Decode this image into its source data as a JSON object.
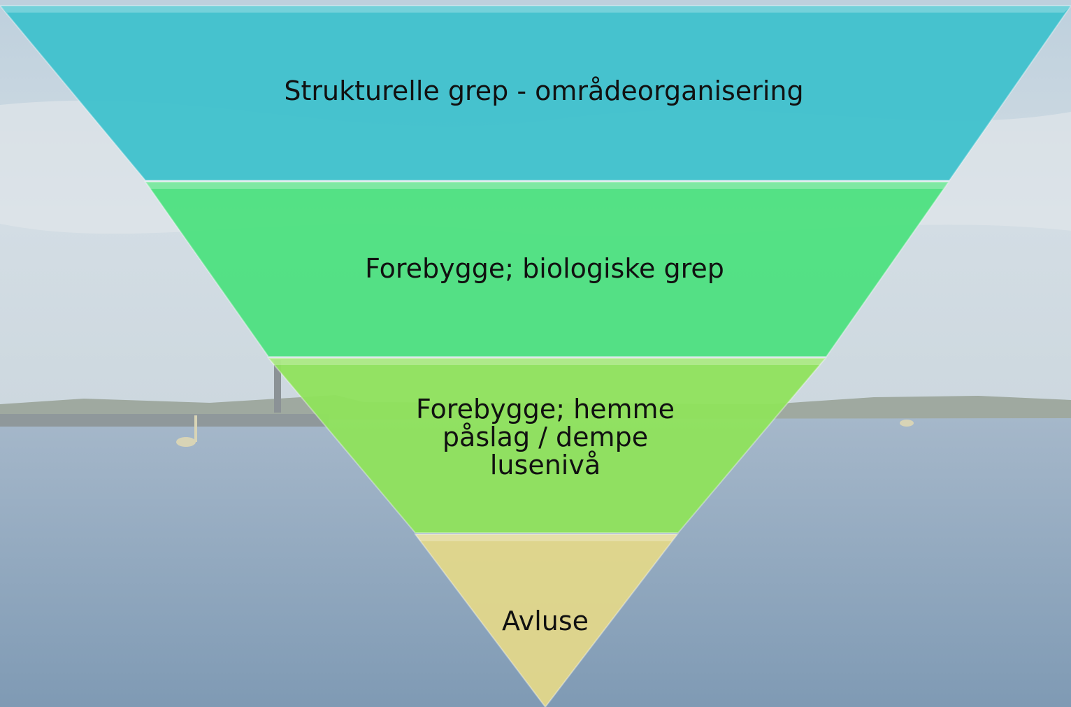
{
  "diagram": {
    "type": "inverted-pyramid",
    "levels": [
      {
        "lines": [
          "Strukturelle grep - områdeorganisering"
        ],
        "color": "#3fc1cc"
      },
      {
        "lines": [
          "Forebygge; biologiske grep"
        ],
        "color": "#4de07f"
      },
      {
        "lines": [
          "Forebygge; hemme",
          "påslag / dempe",
          "lusenivå"
        ],
        "color": "#8fe35c"
      },
      {
        "lines": [
          "Avluse"
        ],
        "color": "#e2d78a"
      }
    ]
  },
  "background": {
    "sky_color": "#c9d7e1",
    "water_color": "#8ea7bf",
    "land_color": "#9fa9a0"
  }
}
